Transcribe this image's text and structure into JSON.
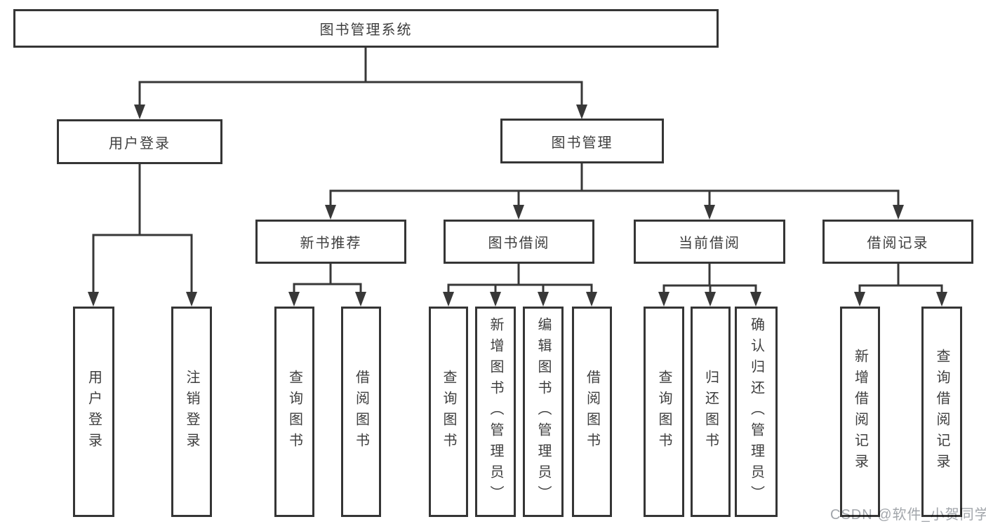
{
  "tree": {
    "label": "图书管理系统",
    "children": [
      {
        "label": "用户登录",
        "children": [
          {
            "label": "用户登录"
          },
          {
            "label": "注销登录"
          }
        ]
      },
      {
        "label": "图书管理",
        "children": [
          {
            "label": "新书推荐",
            "children": [
              {
                "label": "查询图书"
              },
              {
                "label": "借阅图书"
              }
            ]
          },
          {
            "label": "图书借阅",
            "children": [
              {
                "label": "查询图书"
              },
              {
                "label": "新增图书（管理员）"
              },
              {
                "label": "编辑图书（管理员）"
              },
              {
                "label": "借阅图书"
              }
            ]
          },
          {
            "label": "当前借阅",
            "children": [
              {
                "label": "查询图书"
              },
              {
                "label": "归还图书"
              },
              {
                "label": "确认归还（管理员）"
              }
            ]
          },
          {
            "label": "借阅记录",
            "children": [
              {
                "label": "新增借阅记录"
              },
              {
                "label": "查询借阅记录"
              }
            ]
          }
        ]
      }
    ]
  },
  "watermark": {
    "text": "CSDN @软件_小贺同学"
  },
  "colors": {
    "line": "#383838",
    "border": "#353535",
    "text": "#3e3e3e",
    "watermark": "#a2a6ab",
    "background": "#ffffff"
  }
}
